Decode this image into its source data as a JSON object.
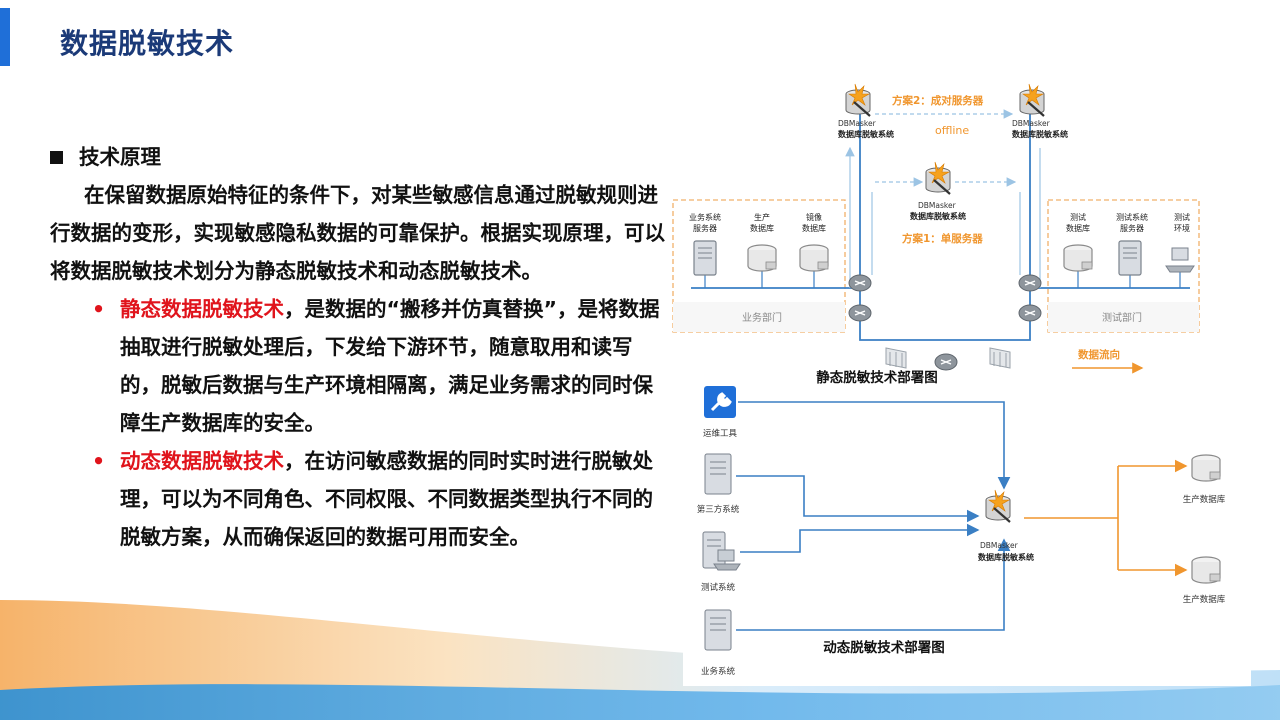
{
  "slide": {
    "title": "数据脱敏技术",
    "section_heading": "技术原理",
    "intro": "在保留数据原始特征的条件下，对某些敏感信息通过脱敏规则进行数据的变形，实现敏感隐私数据的可靠保护。根据实现原理，可以将数据脱敏技术划分为静态脱敏技术和动态脱敏技术。",
    "bullets": [
      {
        "marker": "•",
        "term": "静态数据脱敏技术",
        "text": "，是数据的“搬移并仿真替换”，是将数据抽取进行脱敏处理后，下发给下游环节，随意取用和读写的，脱敏后数据与生产环境相隔离，满足业务需求的同时保障生产数据库的安全。"
      },
      {
        "marker": "•",
        "term": "动态数据脱敏技术",
        "text": "，在访问敏感数据的同时实时进行脱敏处理，可以为不同角色、不同权限、不同数据类型执行不同的脱敏方案，从而确保返回的数据可用而安全。"
      }
    ]
  },
  "static_diagram": {
    "caption": "静态脱敏技术部署图",
    "plan2": "方案2：成对服务器",
    "offline": "offline",
    "plan1": "方案1：单服务器",
    "masker_brand": "DBMasker",
    "masker_name": "数据库脱敏系统",
    "biz_items": [
      {
        "l1": "业务系统",
        "l2": "服务器"
      },
      {
        "l1": "生产",
        "l2": "数据库"
      },
      {
        "l1": "镜像",
        "l2": "数据库"
      }
    ],
    "biz_dept": "业务部门",
    "test_items": [
      {
        "l1": "测试",
        "l2": "数据库"
      },
      {
        "l1": "测试系统",
        "l2": "服务器"
      },
      {
        "l1": "测试",
        "l2": "环境"
      }
    ],
    "test_dept": "测试部门",
    "flow_label": "数据流向"
  },
  "dynamic_diagram": {
    "caption": "动态脱敏技术部署图",
    "sources": [
      "运维工具",
      "第三方系统",
      "测试系统",
      "业务系统"
    ],
    "masker_brand": "DBMasker",
    "masker_name": "数据库脱敏系统",
    "targets": [
      "生产数据库",
      "生产数据库"
    ]
  },
  "colors": {
    "title": "#1b3a78",
    "accent": "#1f6fd8",
    "highlight": "#e0141c",
    "orange": "#f0962e",
    "line_blue": "#3a7fc4"
  }
}
